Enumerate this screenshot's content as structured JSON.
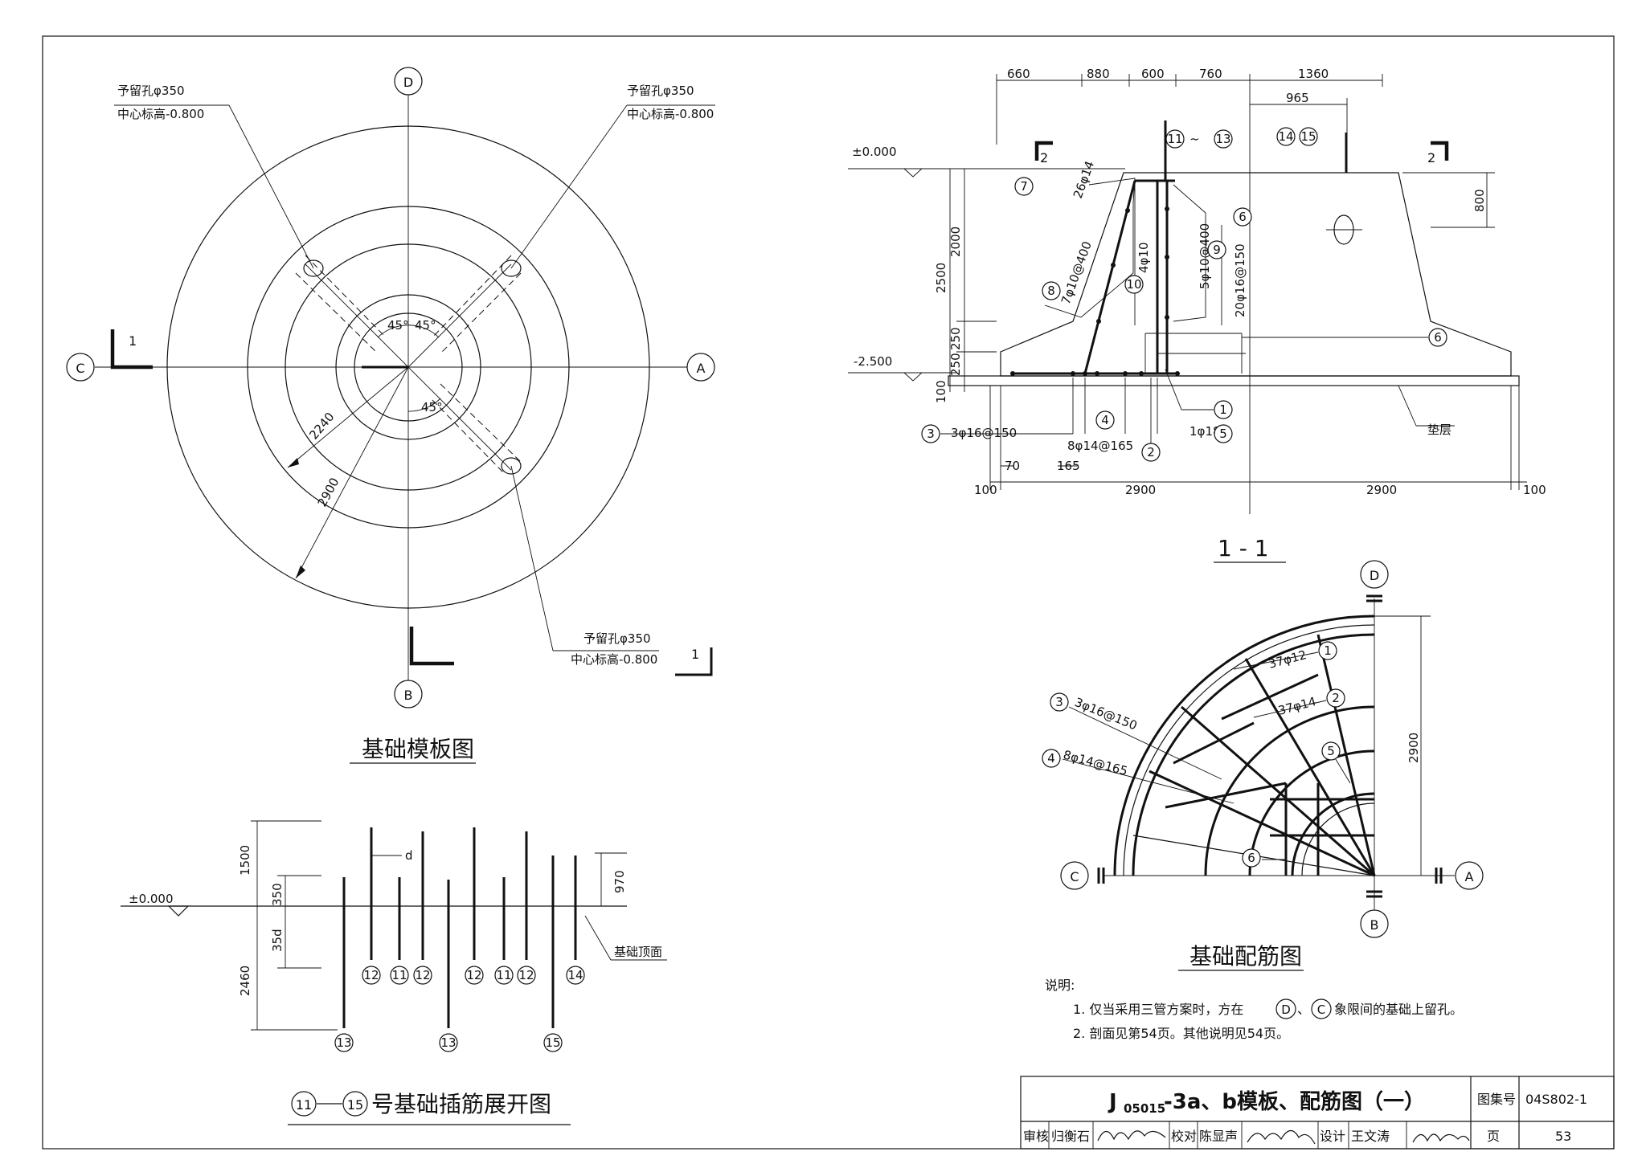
{
  "plan": {
    "title": "基础模板图",
    "axis_d": "D",
    "axis_a": "A",
    "axis_b": "B",
    "axis_c": "C",
    "section_mark": "1",
    "hole_label": "予留孔φ350",
    "hole_elev": "中心标高-0.800",
    "angle": "45°",
    "dim_r1": "2240",
    "dim_r2": "2900"
  },
  "section": {
    "title": "1 - 1",
    "top_dims": [
      "660",
      "880",
      "600",
      "760",
      "1360"
    ],
    "dim_965": "965",
    "bottom_dims": [
      "100",
      "2900",
      "2900",
      "100"
    ],
    "dim_70": "70",
    "dim_165": "165",
    "side_dims": [
      "2500",
      "2000",
      "250",
      "250",
      "100"
    ],
    "right_dim": "800",
    "elev_top": "±0.000",
    "elev_bottom": "-2.500",
    "cut_mark": "2",
    "n1": "1",
    "n2": "2",
    "n3": "3",
    "n4": "4",
    "n5": "5",
    "n6": "6",
    "n7": "7",
    "n8": "8",
    "n9": "9",
    "n10": "10",
    "n11": "11",
    "n13": "13",
    "n14": "14",
    "n15": "15",
    "tilde": "~",
    "r7": "26φ14",
    "r8": "7φ10@400",
    "r9": "5φ10@400",
    "r10": "4φ10",
    "r6": "20φ16@150",
    "r3": "3φ16@150",
    "r4": "8φ14@165",
    "r5": "1φ18",
    "cushion": "垫层"
  },
  "rebar": {
    "title": "基础配筋图",
    "dim_2900": "2900",
    "r1": "37φ12",
    "r2": "37φ14",
    "r3": "3φ16@150",
    "r4": "8φ14@165",
    "n1": "1",
    "n2": "2",
    "n3": "3",
    "n4": "4",
    "n5": "5",
    "n6": "6",
    "axis_d": "D",
    "axis_a": "A",
    "axis_b": "B",
    "axis_c": "C"
  },
  "dowel": {
    "title": "号基础插筋展开图",
    "title_from": "11",
    "title_to": "15",
    "elev": "±0.000",
    "dims": [
      "1500",
      "350",
      "35d",
      "2460",
      "970"
    ],
    "d_label": "d",
    "top_label": "基础顶面",
    "tags_upper": [
      "12",
      "11",
      "12",
      "12",
      "11",
      "12",
      "14"
    ],
    "tags_lower": [
      "13",
      "13",
      "15"
    ]
  },
  "notes": {
    "heading": "说明:",
    "line1_a": "1. 仅当采用三管方案时，方在",
    "line1_d": "D",
    "line1_sep": "、",
    "line1_c": "C",
    "line1_b": "象限间的基础上留孔。",
    "line2": "2. 剖面见第54页。其他说明见54页。"
  },
  "titleblock": {
    "main_prefix": "J",
    "main_sub": "05015",
    "main_suffix": "-3a、b模板、配筋图（一）",
    "atlas_label": "图集号",
    "atlas_no": "04S802-1",
    "page_label": "页",
    "page_no": "53",
    "review_label": "审核",
    "review_name": "归衡石",
    "check_label": "校对",
    "check_name": "陈显声",
    "design_label": "设计",
    "design_name": "王文涛"
  }
}
